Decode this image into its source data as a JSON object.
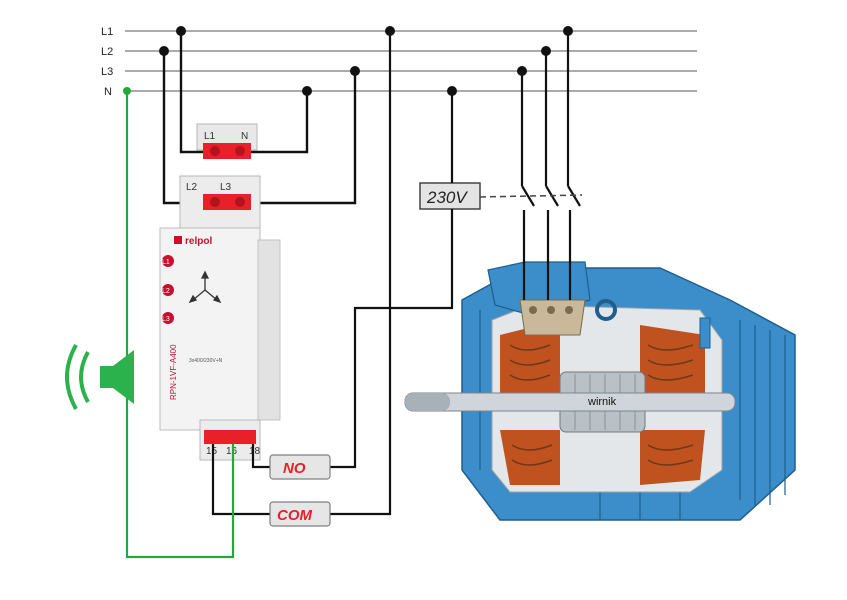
{
  "bus_lines": {
    "l1": "L1",
    "l2": "L2",
    "l3": "L3",
    "n": "N"
  },
  "relay": {
    "brand": "relpol",
    "model": "RPN-1VF-A400",
    "rating": "3x400/230V+N",
    "top_terminals": {
      "l1": "L1",
      "n": "N"
    },
    "mid_terminals": {
      "l2": "L2",
      "l3": "L3"
    },
    "leds": [
      "L1",
      "L2",
      "L3"
    ],
    "bottom_terminals": [
      "15",
      "16",
      "18"
    ]
  },
  "contact_tags": {
    "no": "NO",
    "com": "COM"
  },
  "coil_voltage": "230V",
  "motor": {
    "rotor_label": "wirnik"
  },
  "colors": {
    "wire": "#111111",
    "signal_wire": "#23a83c",
    "alarm": "#2bb24c",
    "tag_text": "#e8202a",
    "motor_blue": "#3b8ec9",
    "motor_copper": "#c0521f"
  },
  "icons": {
    "alarm": "horn-speaker-icon"
  }
}
